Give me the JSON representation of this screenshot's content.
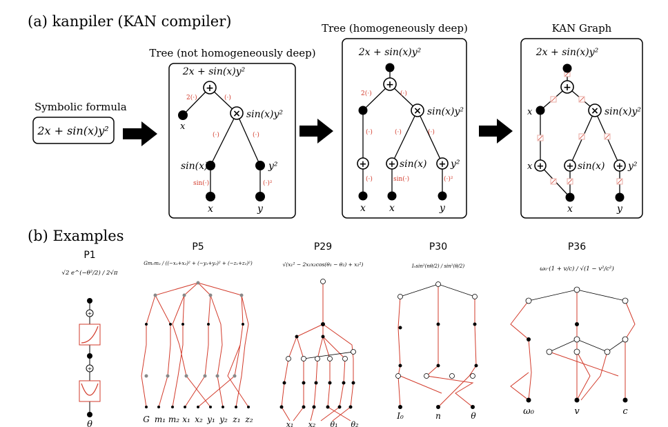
{
  "part_a": {
    "heading": "(a) kanpiler (KAN compiler)",
    "symbolic_label": "Symbolic formula",
    "formula": "2x + sin(x)y²",
    "tree1": {
      "title": "Tree (not homogeneously deep)",
      "root_expr": "2x + sin(x)y²",
      "prod_expr": "sin(x)y²",
      "sin_expr": "sin(x)",
      "y2_expr": "y²",
      "leaf_x_mid": "x",
      "leaf_x": "x",
      "leaf_y": "y",
      "edge_2": "2(·)",
      "edge_id": "(·)",
      "edge_sin": "sin(·)",
      "edge_sq": "(·)²"
    },
    "tree2": {
      "title": "Tree (homogeneously deep)",
      "root_expr": "2x + sin(x)y²",
      "prod_expr": "sin(x)y²",
      "sin_expr": "sin(x)",
      "y2_expr": "y²",
      "leaf_x1": "x",
      "leaf_x2": "x",
      "leaf_y": "y",
      "edge_2": "2(·)",
      "edge_id": "(·)",
      "edge_sin": "sin(·)",
      "edge_sq": "(·)²"
    },
    "tree3": {
      "title": "KAN Graph",
      "root_expr": "2x + sin(x)y²",
      "prod_expr": "sin(x)y²",
      "sin_expr": "sin(x)",
      "y2_expr": "y²",
      "x_label_top": "x",
      "x_label_mid": "x",
      "leaf_x": "x",
      "leaf_y": "y"
    }
  },
  "part_b": {
    "heading": "(b) Examples",
    "examples": [
      {
        "id": "P1",
        "formula": "√2 e^(−θ²/2) / 2√π",
        "leaves": [
          "θ"
        ]
      },
      {
        "id": "P5",
        "formula": "Gm₁m₂ / ((−x₁+x₂)² + (−y₁+y₂)² + (−z₁+z₂)²)",
        "leaves": [
          "G",
          "m₁",
          "m₂",
          "x₁",
          "x₂",
          "y₁",
          "y₂",
          "z₁",
          "z₂"
        ]
      },
      {
        "id": "P29",
        "formula": "√(x₁² − 2x₁x₂cos(θ₁ − θ₂) + x₂²)",
        "leaves": [
          "x₁",
          "x₂",
          "θ₁",
          "θ₂"
        ]
      },
      {
        "id": "P30",
        "formula": "I₀sin²(nθ/2) / sin²(θ/2)",
        "leaves": [
          "I₀",
          "n",
          "θ"
        ]
      },
      {
        "id": "P36",
        "formula": "ω₀·(1 + v/c) / √(1 − v²/c²)",
        "leaves": [
          "ω₀",
          "v",
          "c"
        ]
      }
    ]
  },
  "colors": {
    "red": "#d23a2a",
    "black": "#000000",
    "gray": "#888888"
  }
}
